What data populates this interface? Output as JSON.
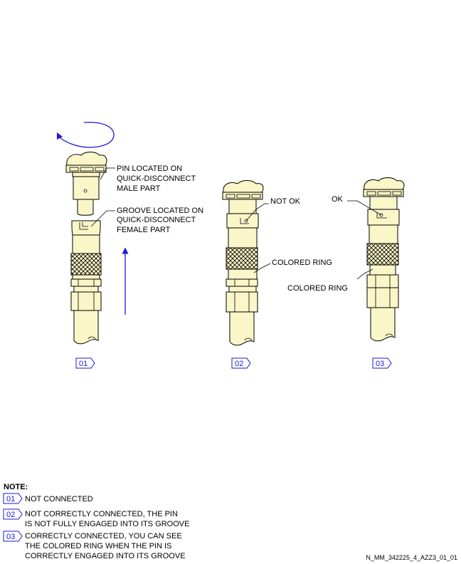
{
  "labels": {
    "pin": [
      "PIN LOCATED ON",
      "QUICK-DISCONNECT",
      "MALE PART"
    ],
    "groove": [
      "GROOVE LOCATED ON",
      "QUICK-DISCONNECT",
      "FEMALE PART"
    ],
    "not_ok": "NOT OK",
    "colored_ring_2": "COLORED RING",
    "ok": "OK",
    "colored_ring_3": "COLORED RING"
  },
  "tags": [
    "01",
    "02",
    "03"
  ],
  "note": {
    "heading": "NOTE:",
    "items": [
      {
        "tag": "01",
        "lines": [
          "NOT CONNECTED"
        ]
      },
      {
        "tag": "02",
        "lines": [
          "NOT CORRECTLY CONNECTED, THE PIN",
          "IS NOT FULLY ENGAGED INTO ITS GROOVE"
        ]
      },
      {
        "tag": "03",
        "lines": [
          "CORRECTLY CONNECTED, YOU CAN SEE",
          "THE COLORED RING WHEN THE PIN IS",
          "CORRECTLY ENGAGED INTO ITS GROOVE"
        ]
      }
    ]
  },
  "doc_id": "N_MM_342225_4_AZZ3_01_01",
  "colors": {
    "part_fill": "#fbf6c8",
    "arrow": "#1a1ad9",
    "tag": "#1a1ad9"
  }
}
